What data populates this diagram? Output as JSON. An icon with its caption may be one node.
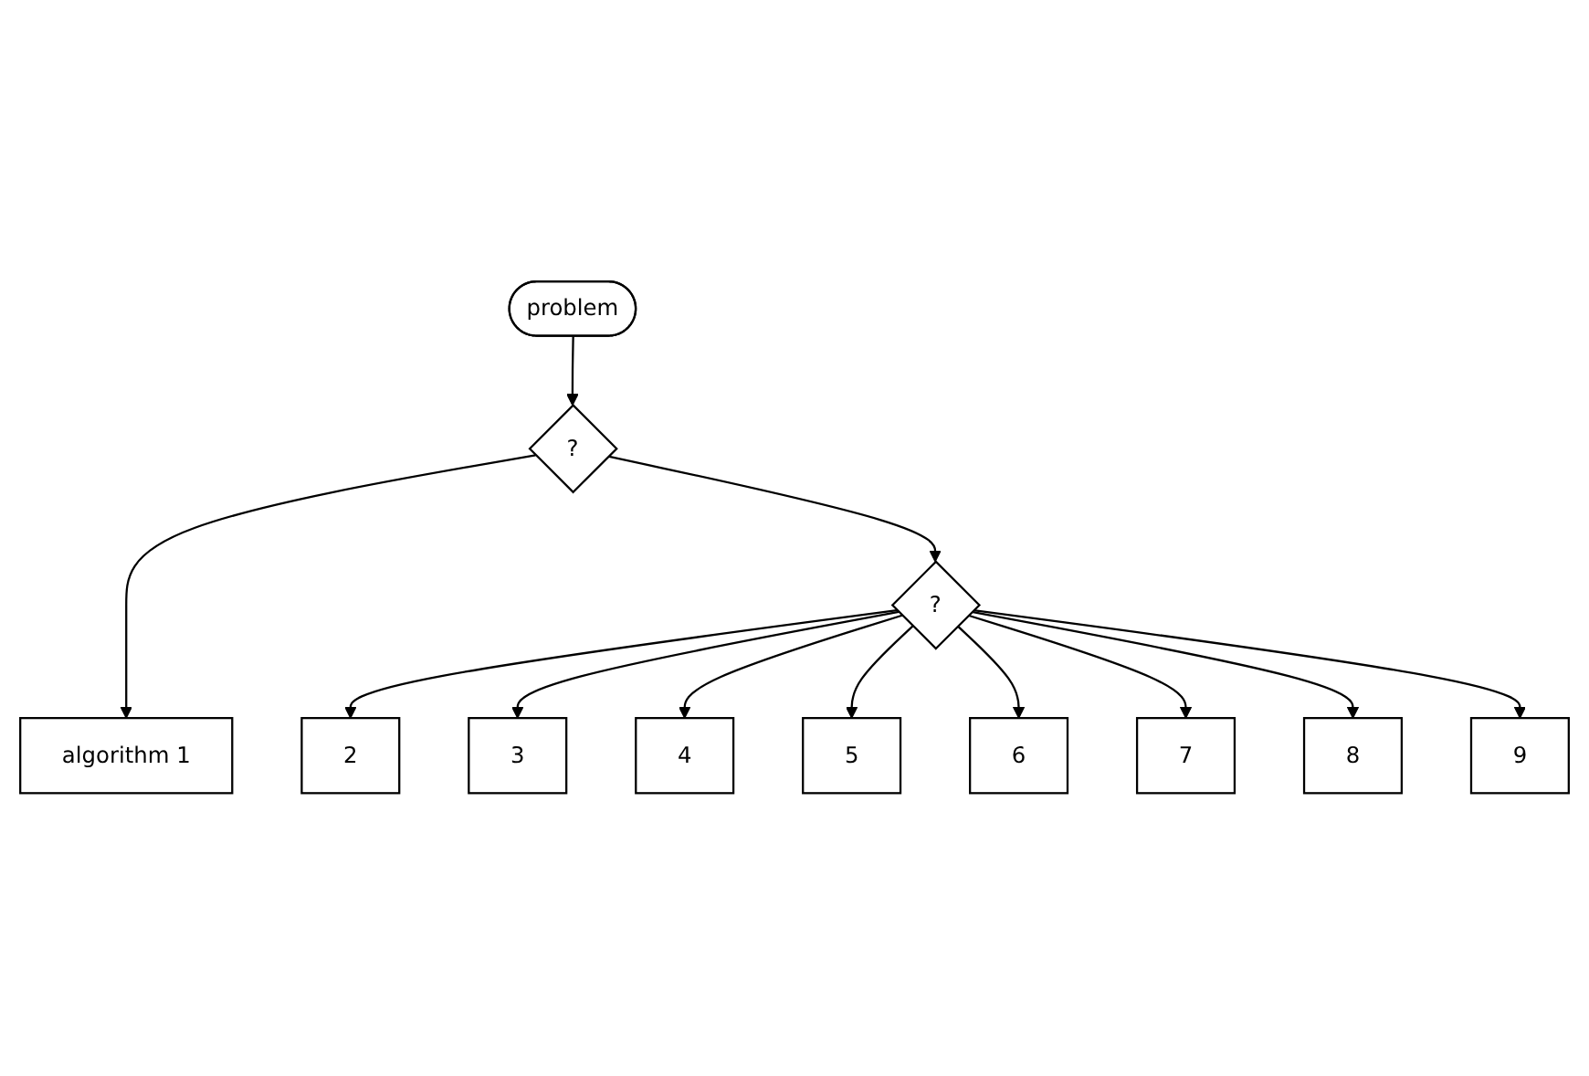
{
  "diagram": {
    "nodes": [
      {
        "text": [
          "problem"
        ]
      },
      {
        "text": [
          "?"
        ]
      },
      {
        "text": [
          "algorithm 1"
        ]
      },
      {
        "text": [
          "?"
        ]
      },
      {
        "text": [
          "2"
        ]
      },
      {
        "text": [
          "3"
        ]
      },
      {
        "text": [
          "4"
        ]
      },
      {
        "text": [
          "5"
        ]
      },
      {
        "text": [
          "6"
        ]
      },
      {
        "text": [
          "7"
        ]
      },
      {
        "text": [
          "8"
        ]
      },
      {
        "text": [
          "9"
        ]
      }
    ],
    "edges": [
      {
        "from": 0,
        "to": 1,
        "arrow": "to"
      },
      {
        "from": 1,
        "to": 2,
        "arrow": "to"
      },
      {
        "from": 1,
        "to": 3,
        "arrow": "to"
      },
      {
        "from": 3,
        "to": 4,
        "arrow": "to"
      },
      {
        "from": 3,
        "to": 5,
        "arrow": "to"
      },
      {
        "from": 3,
        "to": 6,
        "arrow": "to"
      },
      {
        "from": 3,
        "to": 7,
        "arrow": "to"
      },
      {
        "from": 3,
        "to": 8,
        "arrow": "to"
      },
      {
        "from": 3,
        "to": 9,
        "arrow": "to"
      },
      {
        "from": 3,
        "to": 10,
        "arrow": "to"
      },
      {
        "from": 3,
        "to": 11,
        "arrow": "to"
      }
    ]
  }
}
